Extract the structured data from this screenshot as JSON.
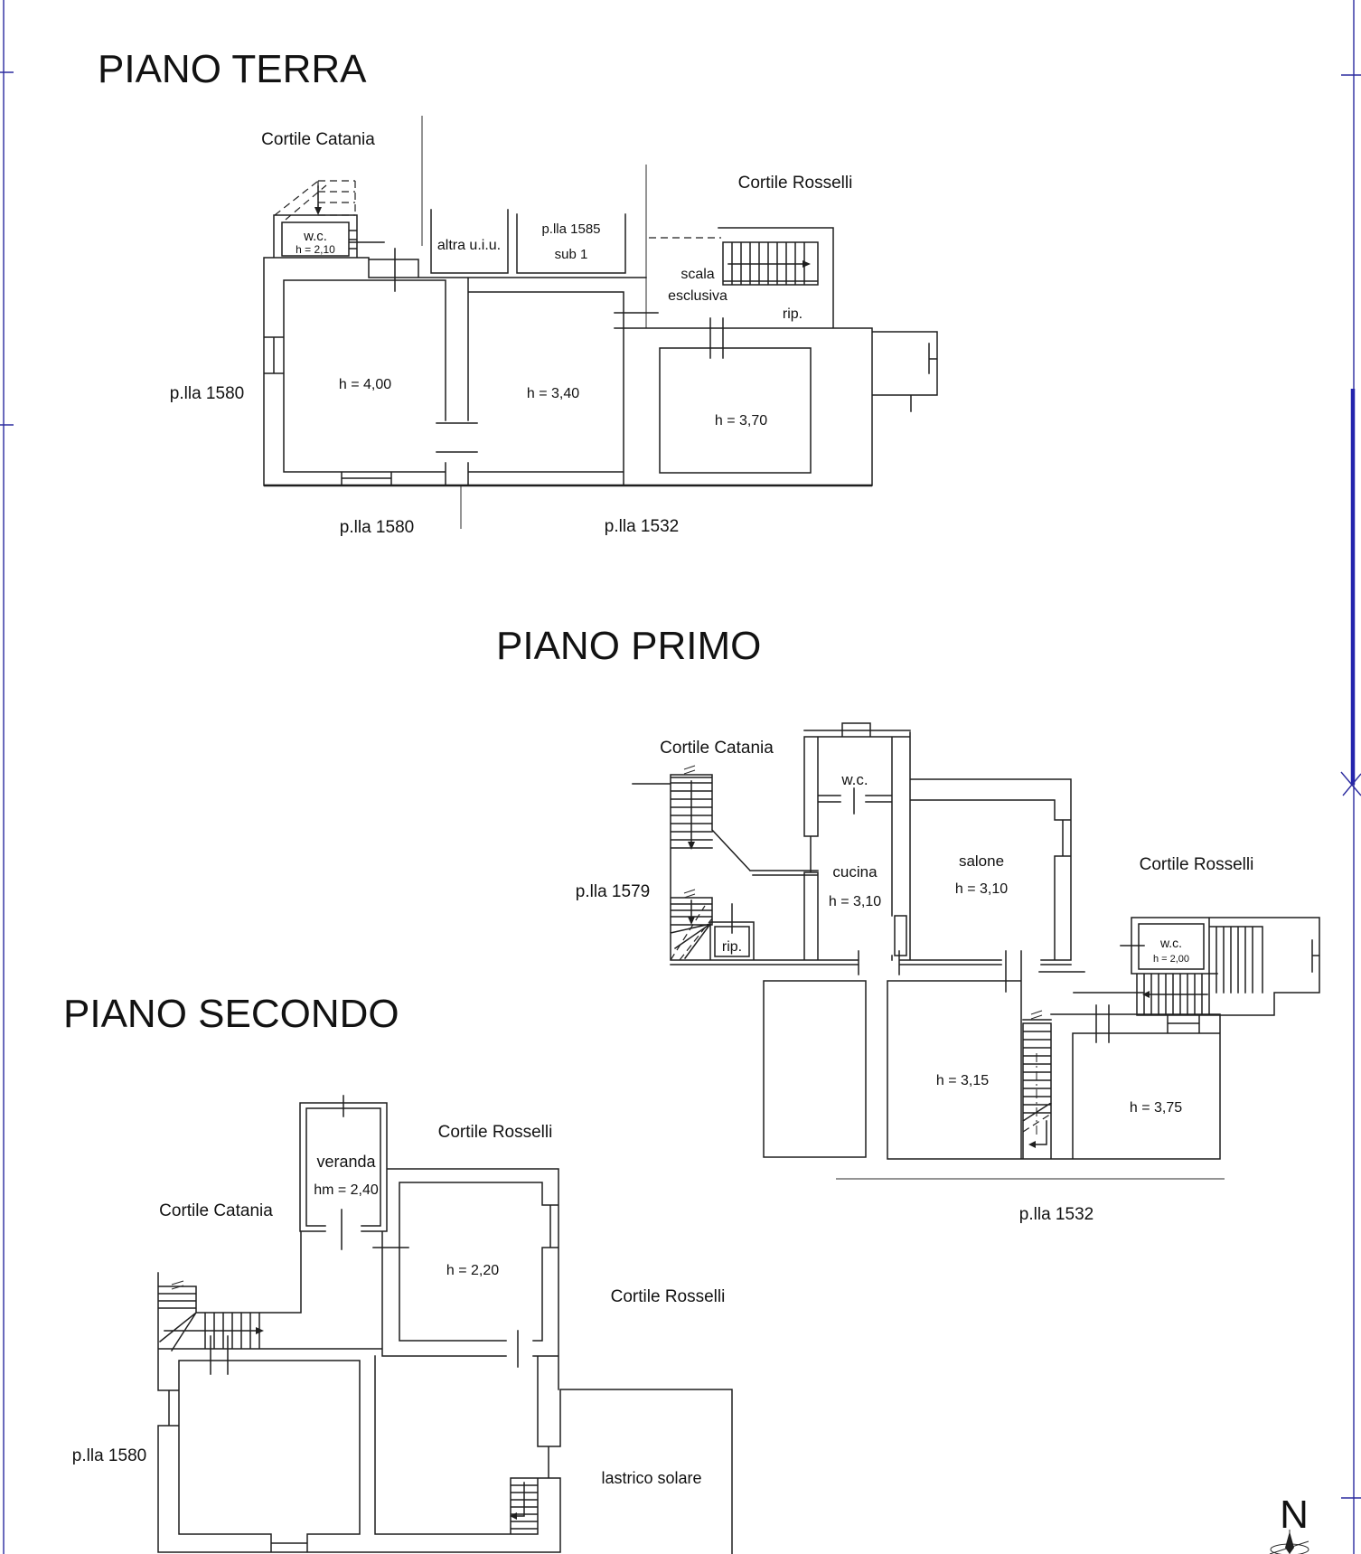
{
  "titles": {
    "ground": "PIANO TERRA",
    "first": "PIANO PRIMO",
    "second": "PIANO SECONDO"
  },
  "ground_floor": {
    "cortile_catania": "Cortile Catania",
    "cortile_rosselli": "Cortile Rosselli",
    "wc": "w.c.",
    "wc_h": "h = 2,10",
    "altra_uiu": "altra u.i.u.",
    "plla_1585": "p.lla 1585",
    "sub_1": "sub 1",
    "scala_line1": "scala",
    "scala_line2": "esclusiva",
    "rip": "rip.",
    "room1_h": "h = 4,00",
    "room2_h": "h = 3,40",
    "room3_h": "h = 3,70",
    "plla_1580_left": "p.lla 1580",
    "plla_1580_bottom": "p.lla 1580",
    "plla_1532": "p.lla 1532"
  },
  "first_floor": {
    "cortile_catania": "Cortile Catania",
    "plla_1579": "p.lla 1579",
    "rip": "rip.",
    "wc_top": "w.c.",
    "cucina": "cucina",
    "cucina_h": "h = 3,10",
    "salone": "salone",
    "salone_h": "h = 3,10",
    "cortile_rosselli": "Cortile Rosselli",
    "wc_right": "w.c.",
    "wc_right_h": "h = 2,00",
    "room1_h": "h = 3,15",
    "room2_h": "h = 3,75",
    "plla_1532": "p.lla 1532"
  },
  "second_floor": {
    "veranda": "veranda",
    "veranda_h": "hm = 2,40",
    "cortile_rosselli_top": "Cortile Rosselli",
    "cortile_catania": "Cortile Catania",
    "room1_h": "h = 2,20",
    "cortile_rosselli_right": "Cortile Rosselli",
    "plla_1580": "p.lla 1580",
    "lastrico_solare": "lastrico solare"
  },
  "compass": {
    "north": "N"
  },
  "colors": {
    "line": "#1f1f1f",
    "text": "#121212",
    "border_blue": "#2b2b9f",
    "border_blue_thick": "#2424ad"
  }
}
